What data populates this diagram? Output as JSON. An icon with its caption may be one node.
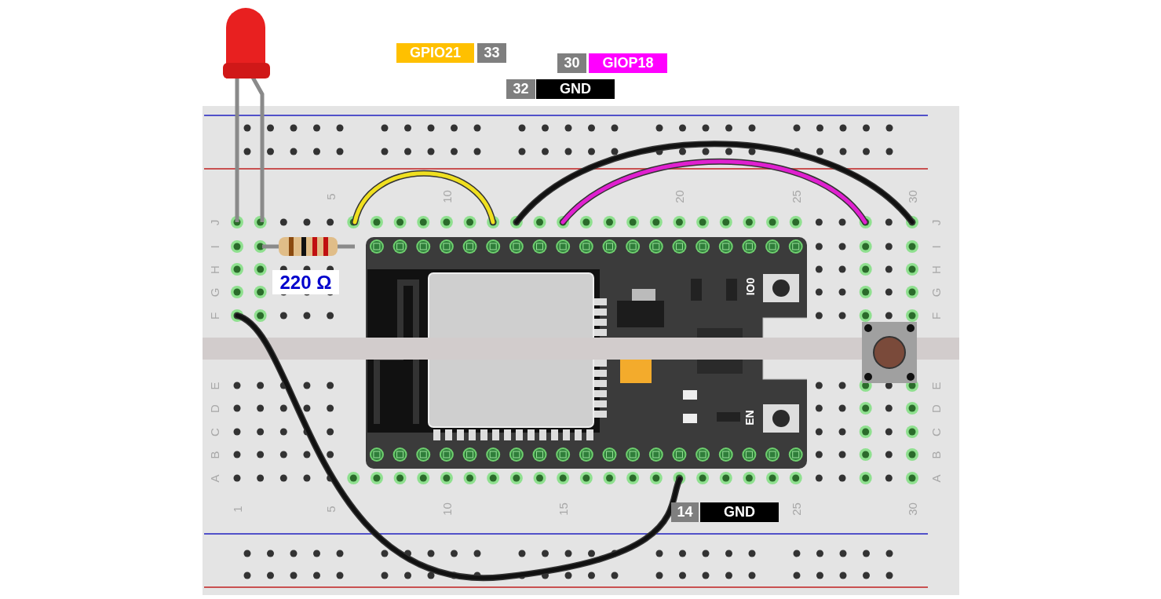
{
  "diagram": {
    "nodes": [
      {
        "text": [
          "5",
          "10",
          "20",
          "25",
          "30",
          "J",
          "I",
          "H",
          "G",
          "F",
          "E",
          "D",
          "C",
          "B",
          "A",
          "J",
          "I",
          "H",
          "G",
          "F",
          "E",
          "D",
          "C",
          "B",
          "A",
          "1",
          "5",
          "10",
          "15",
          "25",
          "30"
        ]
      },
      {
        "text": [
          "IO0",
          "EN"
        ],
        "in": 0
      }
    ],
    "labels": [
      "GPIO21",
      "33",
      "30",
      "GIOP18",
      "32",
      "GND",
      "220 Ω",
      "14",
      "GND"
    ]
  }
}
